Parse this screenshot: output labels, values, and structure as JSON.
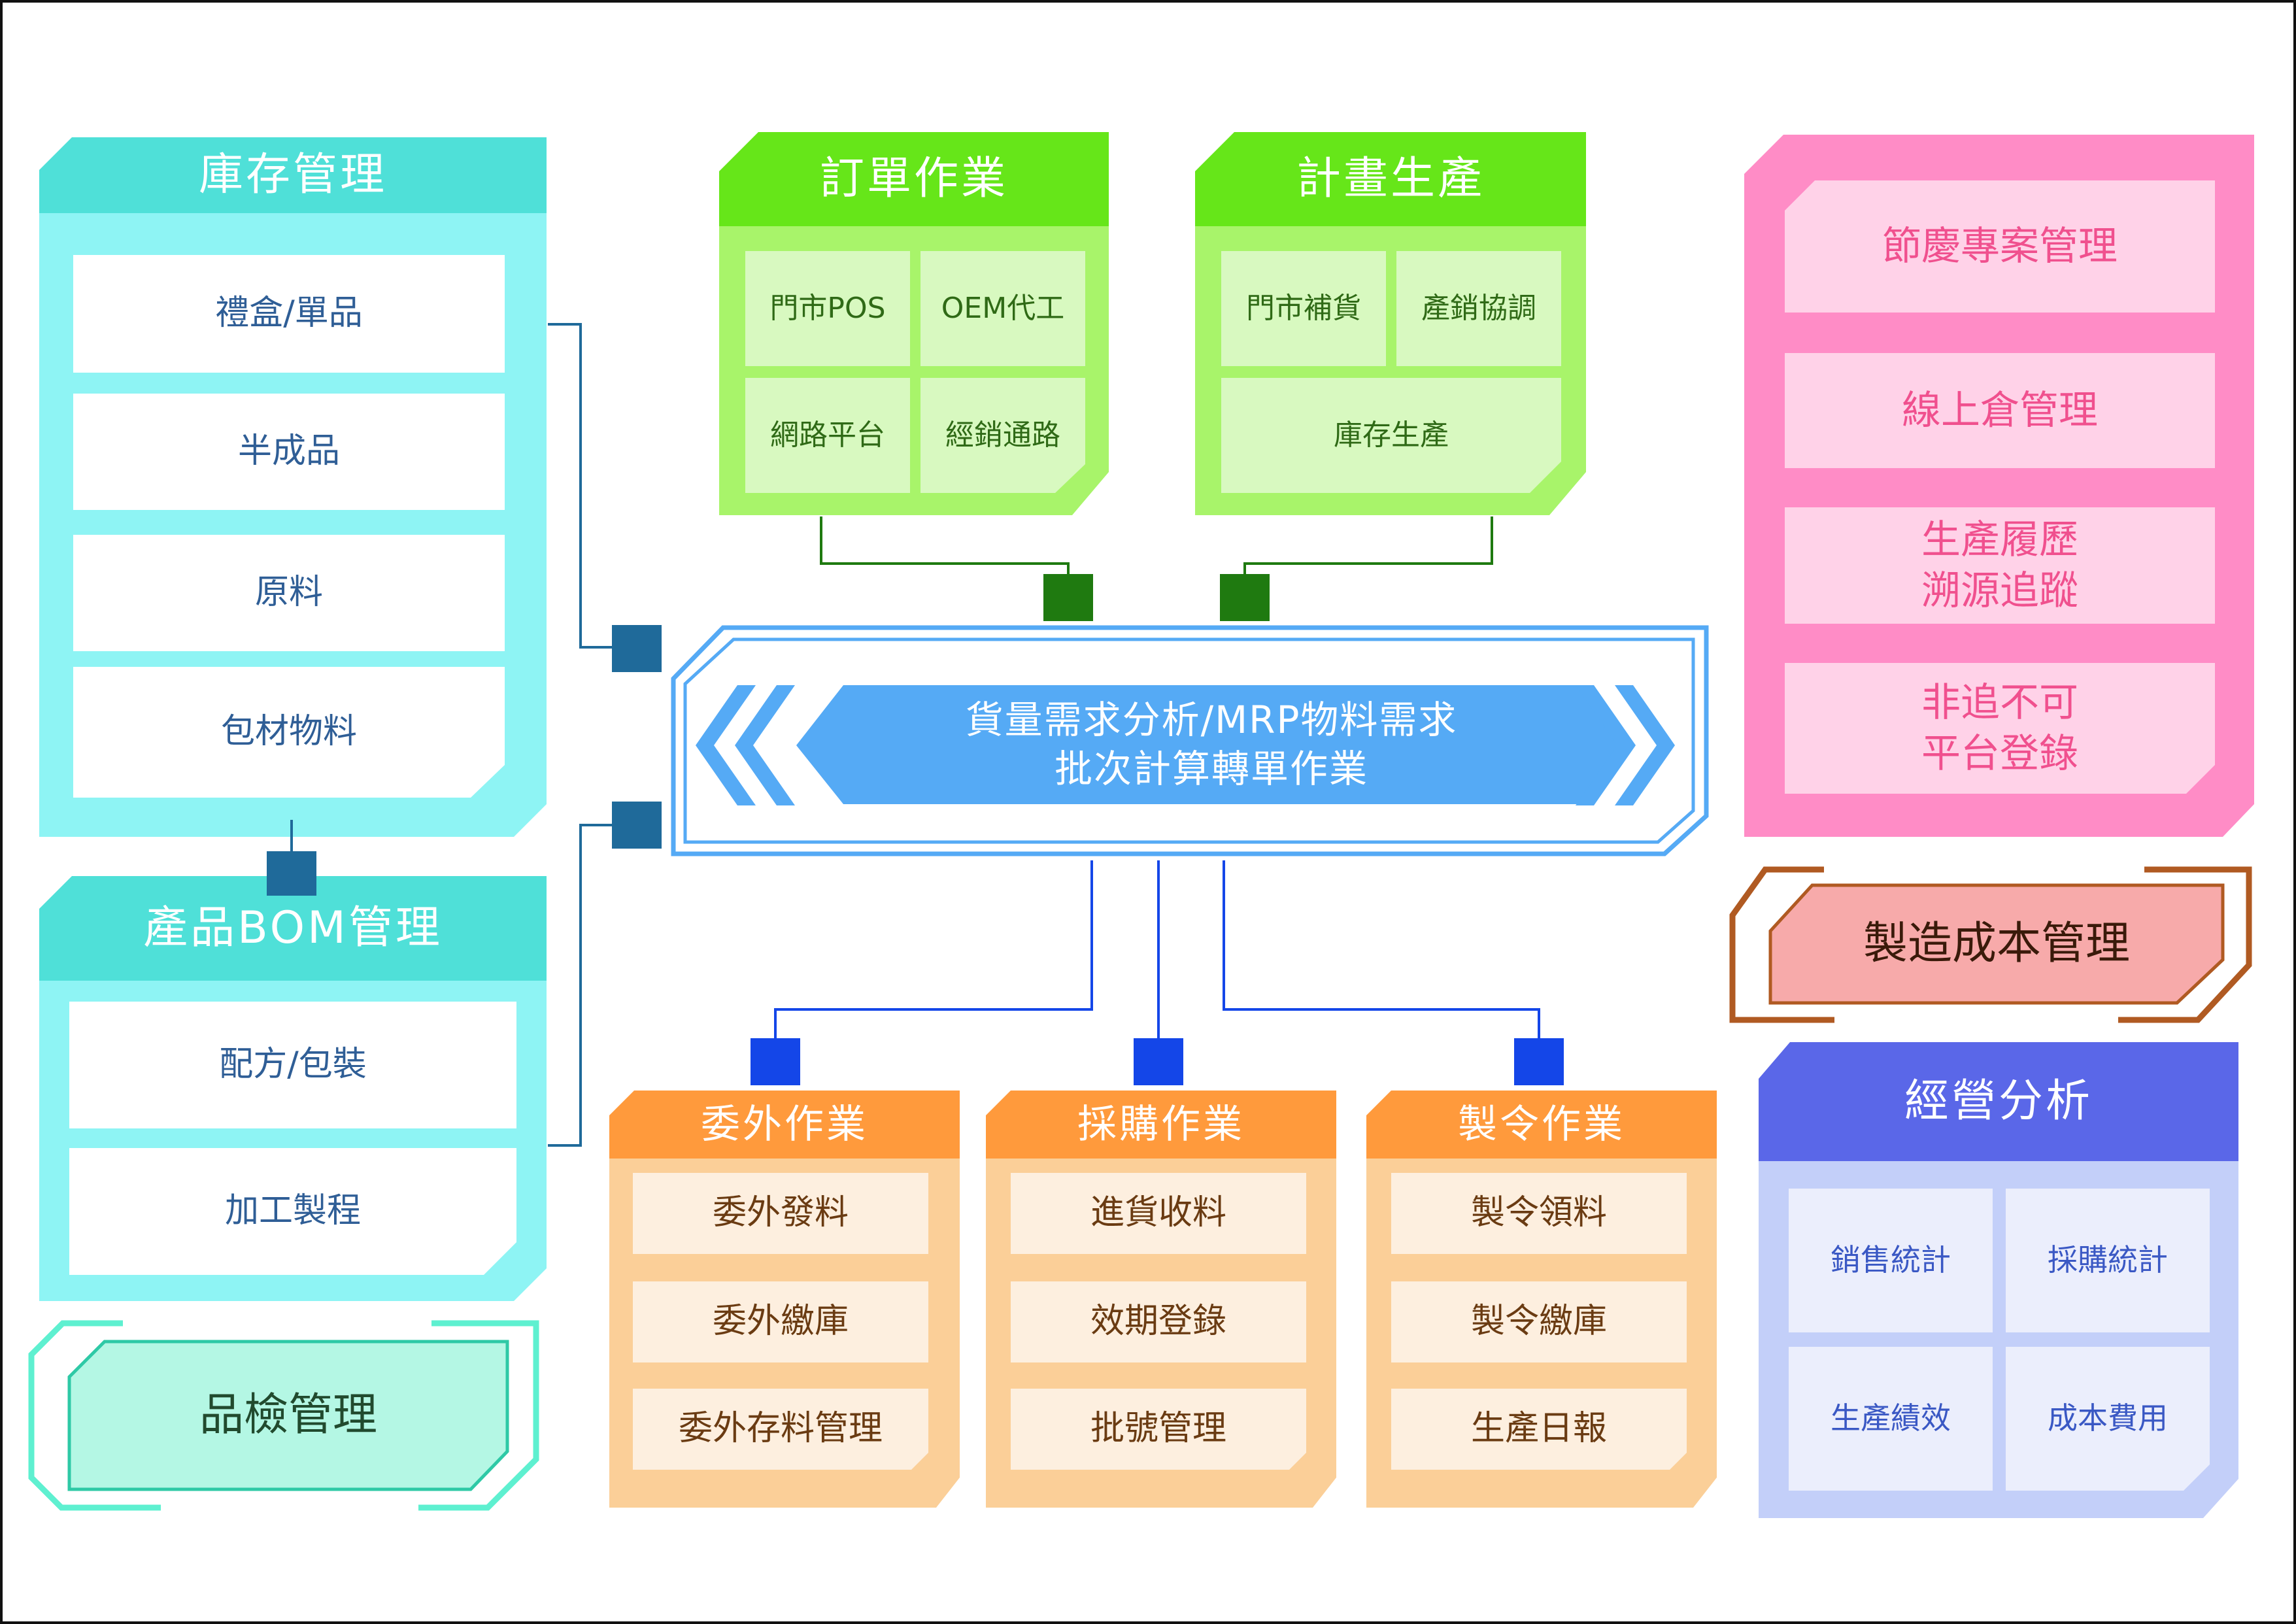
{
  "inventory": {
    "title": "庫存管理",
    "items": [
      "禮盒/單品",
      "半成品",
      "原料",
      "包材物料"
    ]
  },
  "bom": {
    "title": "產品BOM管理",
    "items": [
      "配方/包裝",
      "加工製程"
    ]
  },
  "quality": {
    "title": "品檢管理"
  },
  "orders": {
    "title": "訂單作業",
    "items": [
      "門市POS",
      "OEM代工",
      "網路平台",
      "經銷通路"
    ]
  },
  "planning": {
    "title": "計畫生產",
    "items": [
      "門市補貨",
      "產銷協調",
      "庫存生產"
    ]
  },
  "center": {
    "text": "貨量需求分析/MRP物料需求\n批次計算轉單作業"
  },
  "outsourcing": {
    "title": "委外作業",
    "items": [
      "委外發料",
      "委外繳庫",
      "委外存料管理"
    ]
  },
  "purchasing": {
    "title": "採購作業",
    "items": [
      "進貨收料",
      "效期登錄",
      "批號管理"
    ]
  },
  "manufacturing": {
    "title": "製令作業",
    "items": [
      "製令領料",
      "製令繳庫",
      "生產日報"
    ]
  },
  "projects": {
    "items": [
      "節慶專案管理",
      "線上倉管理",
      "生產履歷\n溯源追蹤",
      "非追不可\n平台登錄"
    ]
  },
  "cost": {
    "title": "製造成本管理"
  },
  "analysis": {
    "title": "經營分析",
    "items": [
      "銷售統計",
      "採購統計",
      "生產績效",
      "成本費用"
    ]
  },
  "colors": {
    "teal_header": "#4fe0d8",
    "teal_body": "#8ef4f4",
    "green_header": "#66e619",
    "green_body": "#a8f46a",
    "pink": "#ff8cc6",
    "pink_cell": "#ffd2e8",
    "orange_header": "#ff9a3c",
    "orange_body": "#fbcf98",
    "purple_header": "#5a67e8",
    "purple_body": "#c3cff9",
    "center_blue": "#55aaf5",
    "connector_dark": "#1f6a9a",
    "connector_green": "#1f7a10",
    "connector_blue": "#1446e8",
    "cost_brown": "#b05a22",
    "cost_fill": "#f7aaaa",
    "qc_fill": "#b4f7e4"
  }
}
